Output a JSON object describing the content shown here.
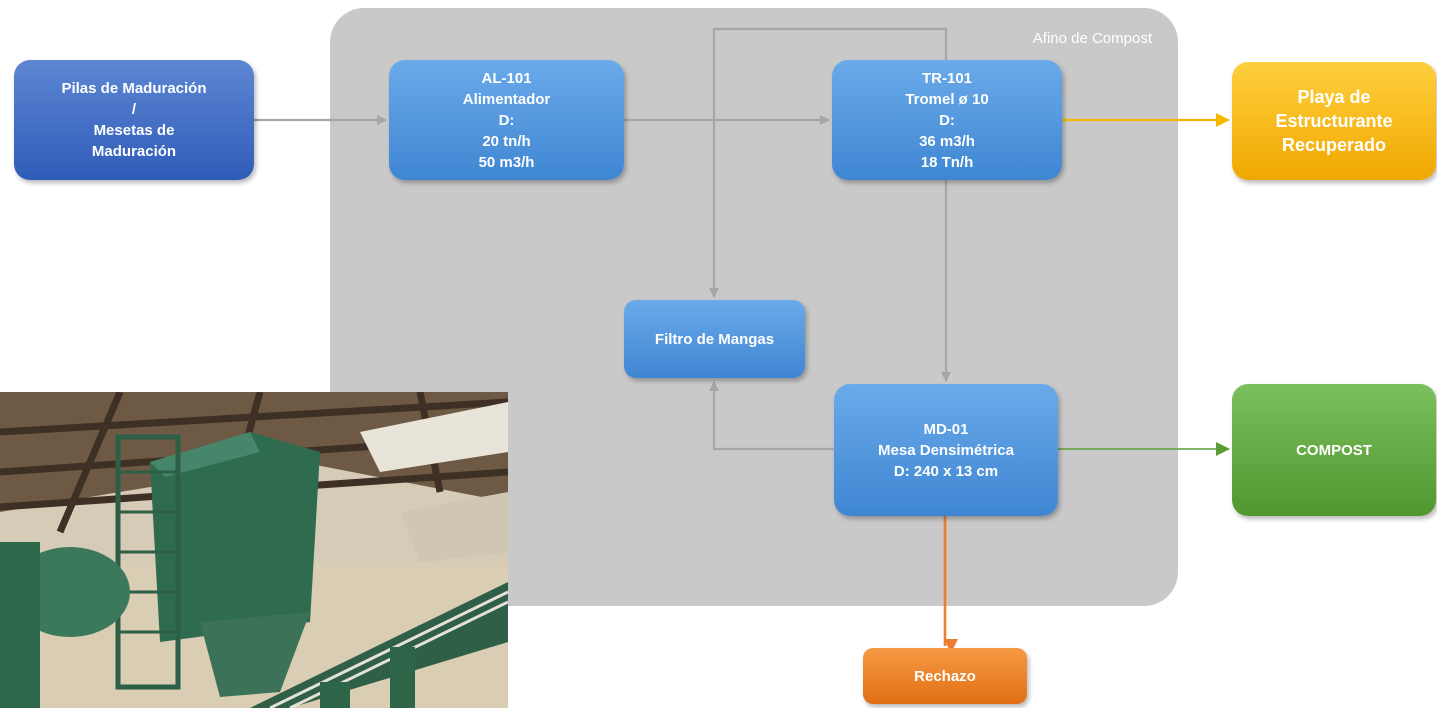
{
  "group": {
    "label": "Afino de Compost"
  },
  "nodes": {
    "pilas": {
      "lines": [
        "Pilas de Maduración",
        "/",
        "Mesetas de",
        "Maduración"
      ]
    },
    "al101": {
      "lines": [
        "AL-101",
        "Alimentador",
        "D:",
        "20 tn/h",
        "50 m3/h"
      ]
    },
    "tr101": {
      "lines": [
        "TR-101",
        "Tromel ø 10",
        "D:",
        "36 m3/h",
        "18 Tn/h"
      ]
    },
    "playa": {
      "lines": [
        "Playa de",
        "Estructurante",
        "Recuperado"
      ]
    },
    "filtro": {
      "lines": [
        "Filtro de Mangas"
      ]
    },
    "md01": {
      "lines": [
        "MD-01",
        "Mesa Densimétrica",
        "D: 240 x 13 cm"
      ]
    },
    "compost": {
      "lines": [
        "COMPOST"
      ]
    },
    "rechazo": {
      "lines": [
        "Rechazo"
      ]
    }
  },
  "colors": {
    "group_bg": "#c9c9c9",
    "arrow_gray": "#a6a6a6",
    "arrow_yellow": "#f5b800",
    "arrow_green": "#5a9e35",
    "arrow_orange": "#ed7d31",
    "node_blue_dark": "#3b67c2",
    "node_blue": "#4a90dd",
    "node_yellow": "#f5b400",
    "node_green": "#5ea33a",
    "node_orange": "#ea7a25"
  },
  "photo": {
    "subject": "dust-collector-bag-filter-photo"
  }
}
